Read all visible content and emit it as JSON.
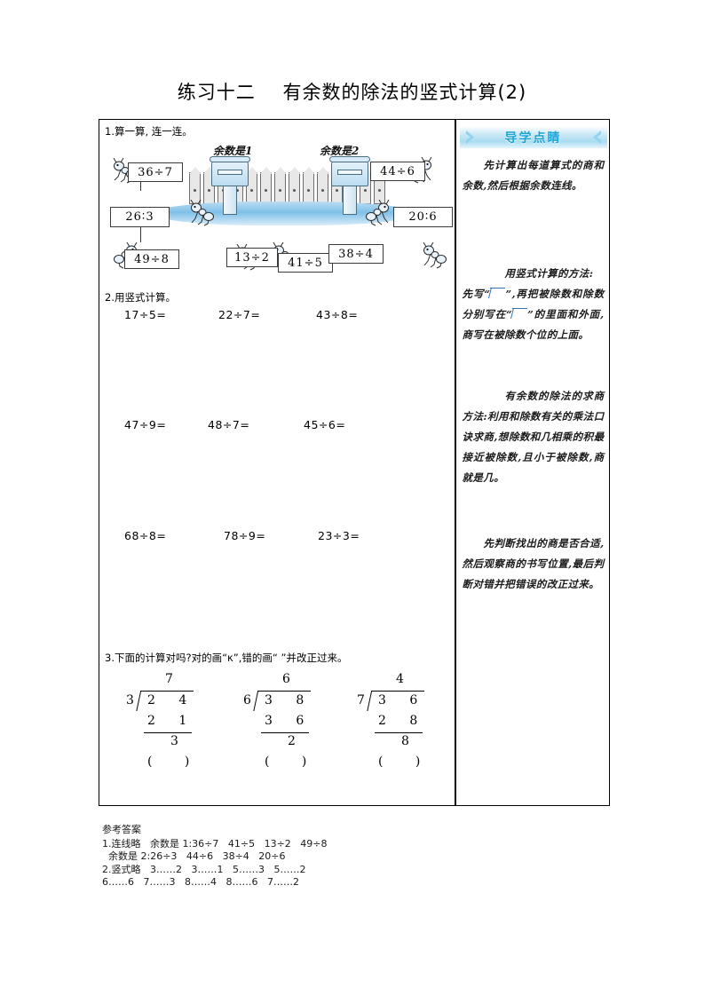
{
  "page": {
    "title": "练习十二    有余数的除法的竖式计算(2)"
  },
  "worksheet": {
    "q1": {
      "heading": "1.算一算, 连一连。",
      "scene_labels": [
        {
          "text": "余数是1"
        },
        {
          "text": "余数是2"
        }
      ],
      "equations": [
        {
          "text": "36÷7"
        },
        {
          "text": "26∶3"
        },
        {
          "text": "49÷8"
        },
        {
          "text": "13÷2"
        },
        {
          "text": "41÷5"
        },
        {
          "text": "38÷4"
        },
        {
          "text": "44÷6"
        },
        {
          "text": "20∶6"
        }
      ]
    },
    "q2": {
      "heading": "2.用竖式计算。",
      "problems": [
        {
          "text": "17÷5="
        },
        {
          "text": "22÷7="
        },
        {
          "text": "43÷8="
        },
        {
          "text": "47÷9="
        },
        {
          "text": "48÷7="
        },
        {
          "text": "45÷6="
        },
        {
          "text": "68÷8="
        },
        {
          "text": "78÷9="
        },
        {
          "text": "23÷3="
        }
      ]
    },
    "q3": {
      "heading": "3.下面的计算对吗?对的画“κ”,错的画“    ”并改正过来。",
      "divisions": [
        {
          "quotient": "7",
          "divisor": "3",
          "dividend": "2 4",
          "subtrahend": "2 1",
          "remainder": "3",
          "check": "(        )"
        },
        {
          "quotient": "6",
          "divisor": "6",
          "dividend": "3 8",
          "subtrahend": "3 6",
          "remainder": "2",
          "check": "(        )"
        },
        {
          "quotient": "4",
          "divisor": "7",
          "dividend": "3 6",
          "subtrahend": "2 8",
          "remainder": "8",
          "check": "(        )"
        }
      ]
    }
  },
  "sidebar": {
    "banner_title": "导学点睛",
    "banner_color": "#1aa3d6",
    "paragraphs": [
      {
        "text": "先计算出每道算式的商和余数,然后根据余数连线。"
      },
      {
        "text": "用竖式计算的方法:"
      },
      {
        "text_before": "先写“",
        "text_mid": "”,再把被除数和除数分别写在“",
        "text_after": "”的里面和外面,商写在被除数个位的上面。"
      },
      {
        "text": "有余数的除法的求商方法:利用和除数有关的乘法口诀求商,想除数和几相乘的积最接近被除数,且小于被除数,商就是几。"
      },
      {
        "text": "先判断找出的商是否合适,然后观察商的书写位置,最后判断对错并把错误的改正过来。"
      }
    ]
  },
  "answer_key": {
    "heading": "参考答案",
    "lines": [
      "1.连线略   余数是 1:36÷7   41÷5   13÷2   49÷8",
      "  余数是 2:26÷3   44÷6   38÷4   20÷6",
      "2.竖式略   3……2   3……1   5……3   5……2",
      "6……6   7……3   8……4   8……6   7……2"
    ]
  }
}
